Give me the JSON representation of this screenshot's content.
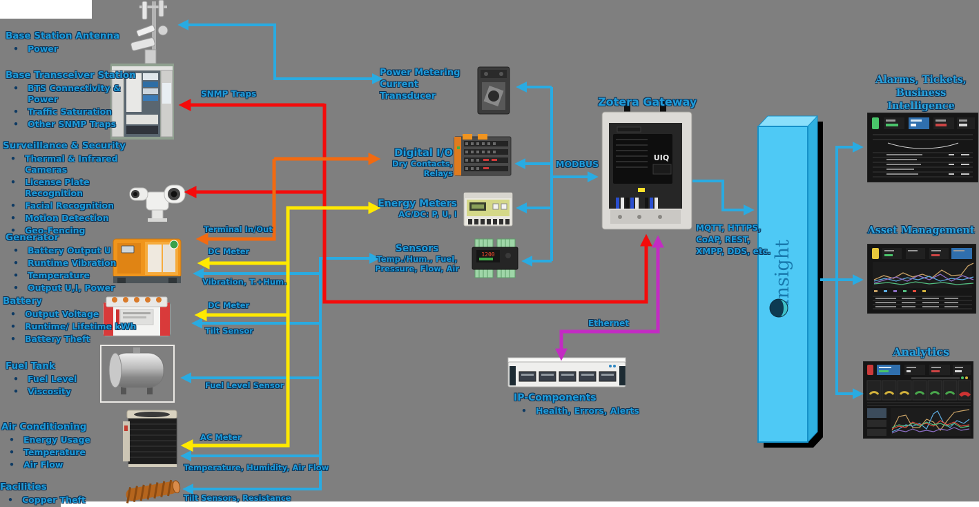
{
  "colors": {
    "background": "#7f7f7f",
    "label_blue": "#1f9bd9",
    "cyan_line": "#29abe2",
    "red_line": "#f40b0b",
    "orange_line": "#f26a10",
    "yellow_line": "#ffe900",
    "magenta_line": "#c32bc3",
    "insight_blue": "#4ec9f5"
  },
  "left_sections": [
    {
      "title": "Base Station Antenna",
      "items": [
        "Power"
      ]
    },
    {
      "title": "Base Transceiver Station",
      "items": [
        "BTS Connectivity & Power",
        "Traffic Saturation",
        "Other SNMP Traps"
      ]
    },
    {
      "title": "Surveillance & Security",
      "items": [
        "Thermal & Infrared Cameras",
        "License Plate Recognition",
        "Facial Recognition",
        "Motion Detection",
        "Geo-Fencing"
      ]
    },
    {
      "title": "Generator",
      "items": [
        "Battery Output U",
        "Runtime Vibration",
        "Temperature",
        "Output U,I, Power"
      ]
    },
    {
      "title": "Battery",
      "items": [
        "Output Voltage",
        "Runtime/ Lifetime kWh",
        "Battery Theft"
      ]
    },
    {
      "title": "Fuel Tank",
      "items": [
        "Fuel Level",
        "Viscosity"
      ]
    },
    {
      "title": "Air Conditioning",
      "items": [
        "Energy Usage",
        "Temperature",
        "Air Flow"
      ]
    },
    {
      "title": "Facilities",
      "items": [
        "Copper Theft"
      ]
    }
  ],
  "middle_devices": {
    "power_metering": {
      "title": "Power Metering Current Transducer"
    },
    "digital_io": {
      "title": "Digital I/O",
      "subtitle": "Dry Contacts, Relays"
    },
    "energy_meters": {
      "title": "Energy Meters",
      "subtitle": "AC/DC: P, U, I"
    },
    "sensors": {
      "title": "Sensors",
      "subtitle": "Temp./Hum., Fuel, Pressure, Flow, Air"
    }
  },
  "connector_labels": {
    "snmp_traps": "SNMP Traps",
    "terminal_in_out": "Terminal In/Out",
    "dc_meter_generator": "DC Meter",
    "vibration": "Vibration, T.+Hum.",
    "dc_meter_battery": "DC Meter",
    "tilt_sensor": "Tilt Sensor",
    "fuel_level_sensor": "Fuel Level Sensor",
    "ac_meter": "AC Meter",
    "temperature_humidity_airflow": "Temperature, Humidity, Air Flow",
    "tilt_sensors_resistance": "Tilt Sensors, Resistance",
    "modbus": "MODBUS",
    "protocols": "MQTT, HTTPS, CoAP, REST, XMPP, DDS, etc.",
    "ethernet": "Ethernet"
  },
  "gateway": {
    "title": "Zotera Gateway",
    "brand": "UIQ"
  },
  "insight": {
    "label": "Insight"
  },
  "ip_components": {
    "title": "IP-Components",
    "bullet": "Health, Errors, Alerts"
  },
  "outputs": {
    "alarms": "Alarms, Tickets, Business Intelligence",
    "asset": "Asset Management",
    "analytics": "Analytics"
  },
  "sensor_display": "1200"
}
